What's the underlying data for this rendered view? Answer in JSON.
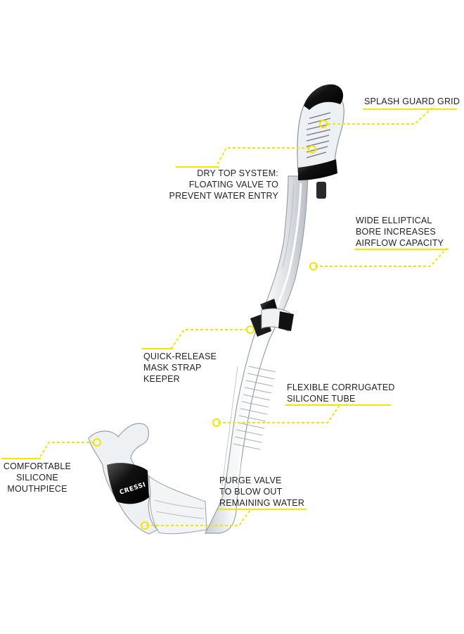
{
  "brand": "CRESSI",
  "accent_color": "#f2e600",
  "labels": {
    "splash_guard": [
      "SPLASH GUARD GRID"
    ],
    "dry_top": [
      "DRY TOP SYSTEM:",
      "FLOATING VALVE TO",
      "PREVENT WATER ENTRY"
    ],
    "wide_bore": [
      "WIDE ELLIPTICAL",
      "BORE INCREASES",
      "AIRFLOW CAPACITY"
    ],
    "quick_release": [
      "QUICK-RELEASE",
      "MASK STRAP",
      "KEEPER"
    ],
    "corrugated": [
      "FLEXIBLE CORRUGATED",
      "SILICONE TUBE"
    ],
    "mouthpiece": [
      "COMFORTABLE",
      "SILICONE",
      "MOUTHPIECE"
    ],
    "purge_valve": [
      "PURGE VALVE",
      "TO BLOW OUT",
      "REMAINING WATER"
    ]
  }
}
